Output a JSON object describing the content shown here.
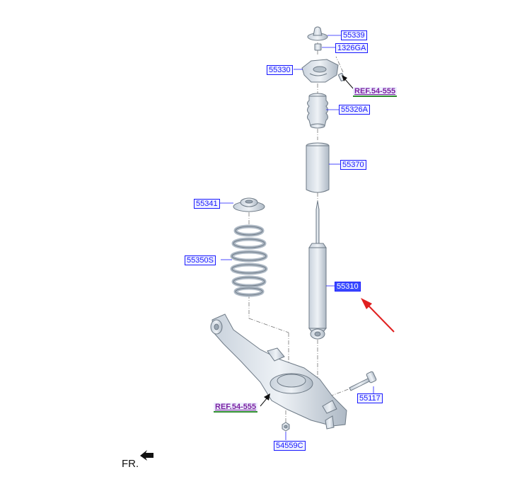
{
  "diagram": {
    "parts": [
      {
        "id": "55339",
        "label": "55339"
      },
      {
        "id": "1326GA",
        "label": "1326GA"
      },
      {
        "id": "55330",
        "label": "55330"
      },
      {
        "id": "55326A",
        "label": "55326A"
      },
      {
        "id": "55370",
        "label": "55370"
      },
      {
        "id": "55341",
        "label": "55341"
      },
      {
        "id": "55350S",
        "label": "55350S"
      },
      {
        "id": "55310",
        "label": "55310",
        "selected": true
      },
      {
        "id": "55117",
        "label": "55117"
      },
      {
        "id": "54559C",
        "label": "54559C"
      }
    ],
    "refs": [
      {
        "label": "REF.54-555"
      },
      {
        "label": "REF.54-555"
      }
    ],
    "direction": {
      "label": "FR."
    }
  },
  "colors": {
    "label_text": "#1a1aff",
    "label_bg": "#eef0ff",
    "selected_bg": "#3b4dff",
    "ref_text": "#7a1fa0",
    "ref_underline": "#2e8b2e",
    "pointer_arrow": "#e02020",
    "part_fill": "#dfe5eb",
    "part_stroke": "#6e7a86"
  }
}
